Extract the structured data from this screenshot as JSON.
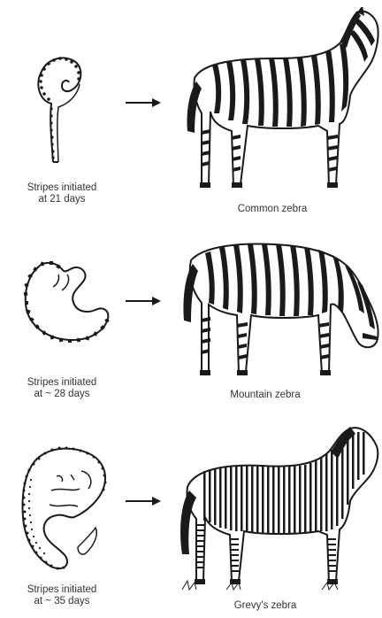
{
  "rows": [
    {
      "embryo_caption_line1": "Stripes initiated",
      "embryo_caption_line2": "at 21 days",
      "zebra_caption": "Common zebra"
    },
    {
      "embryo_caption_line1": "Stripes initiated",
      "embryo_caption_line2": "at ~ 28 days",
      "zebra_caption": "Mountain zebra"
    },
    {
      "embryo_caption_line1": "Stripes initiated",
      "embryo_caption_line2": "at ~ 35 days",
      "zebra_caption": "Grevy's zebra"
    }
  ],
  "colors": {
    "ink": "#1a1a1a",
    "text": "#333333",
    "background": "#ffffff"
  }
}
